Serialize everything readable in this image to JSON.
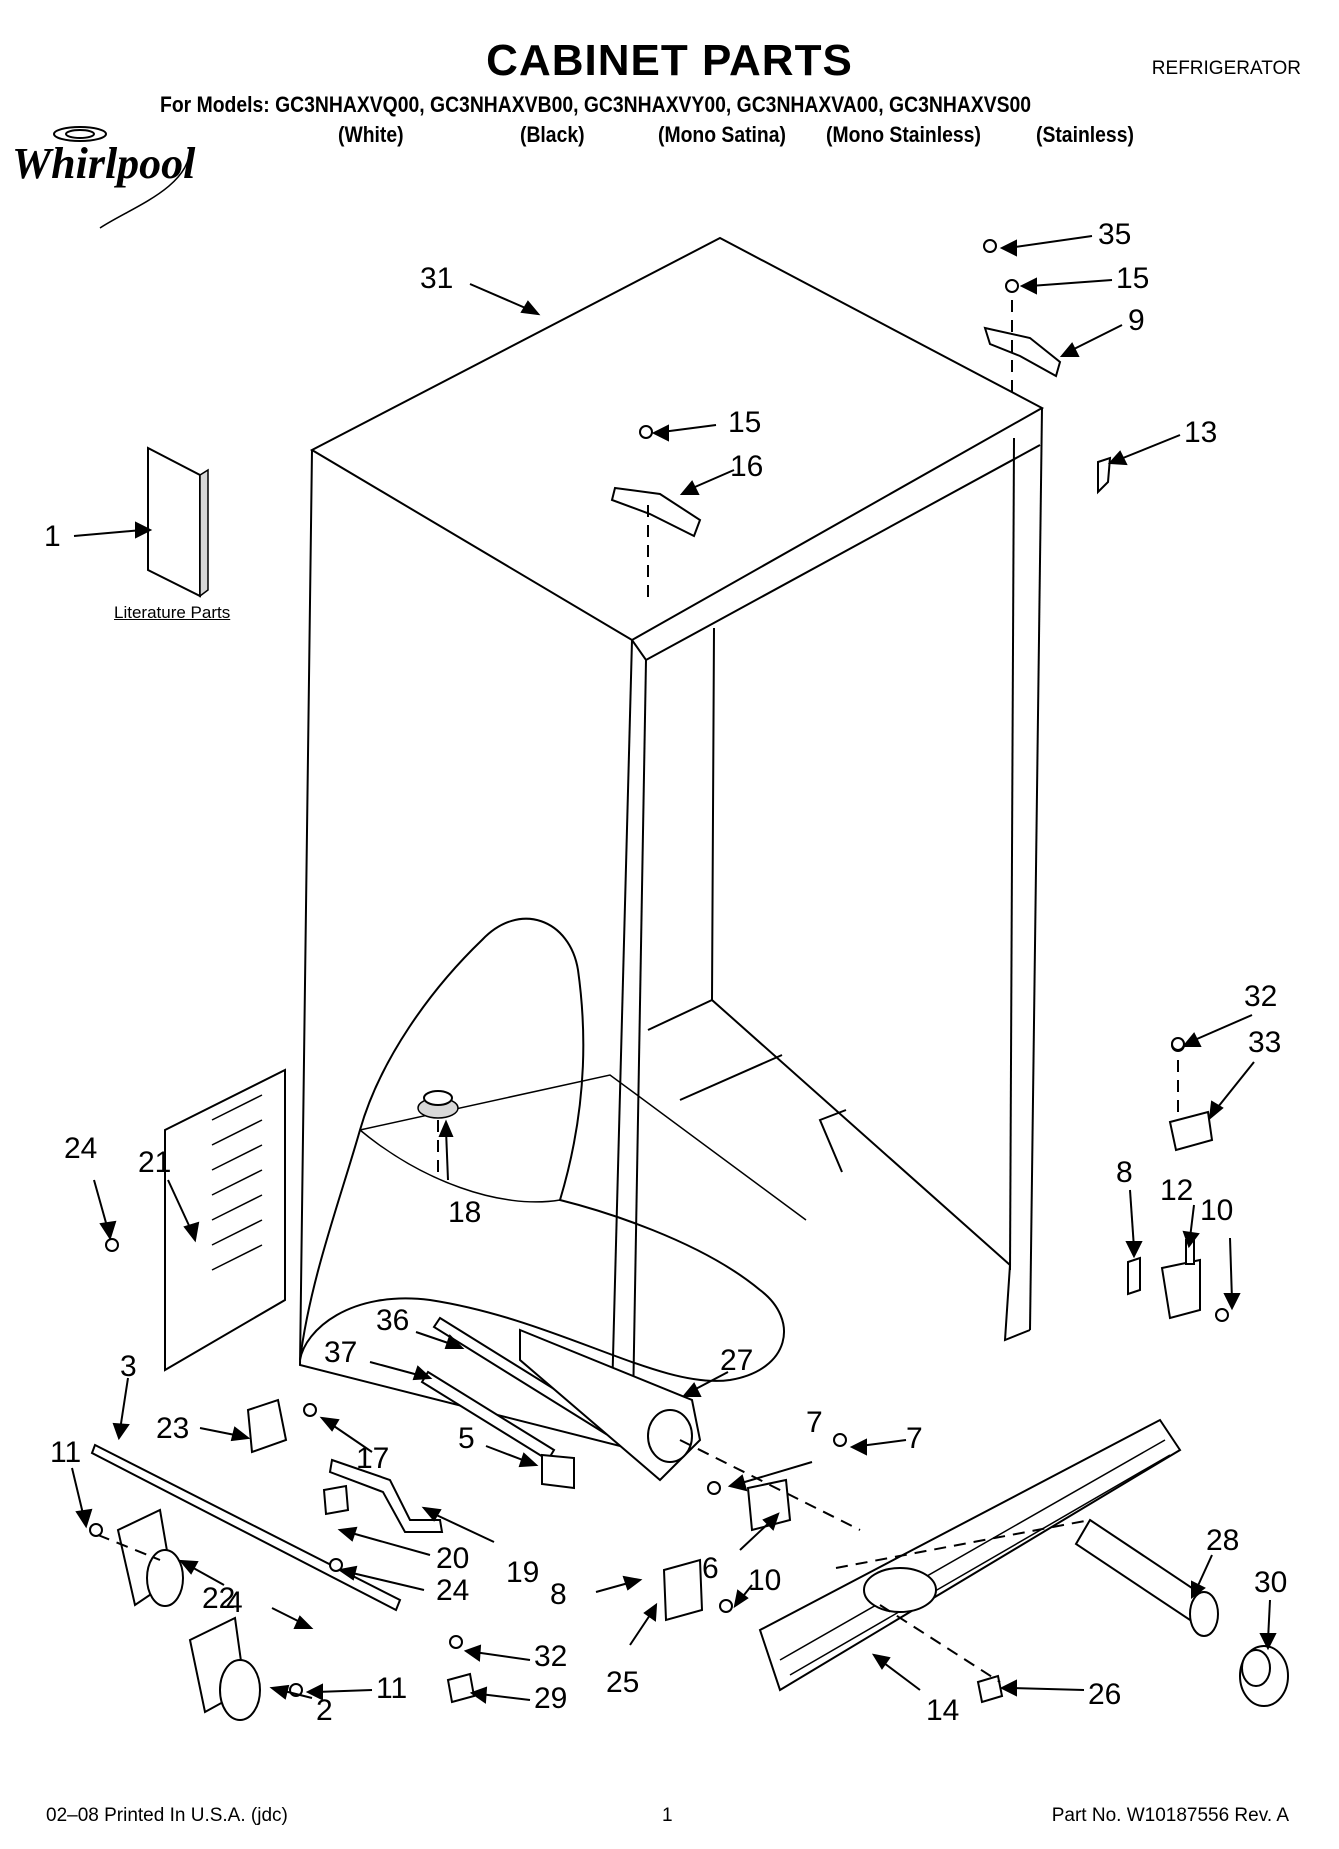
{
  "header": {
    "title": "CABINET PARTS",
    "appliance": "REFRIGERATOR",
    "models_line": "For Models: GC3NHAXVQ00, GC3NHAXVB00, GC3NHAXVY00, GC3NHAXVA00, GC3NHAXVS00",
    "variants": [
      "(White)",
      "(Black)",
      "(Mono Satina)",
      "(Mono Stainless)",
      "(Stainless)"
    ],
    "brand": "Whirlpool"
  },
  "literature_label": "Literature Parts",
  "callouts": [
    "35",
    "15",
    "9",
    "31",
    "15",
    "16",
    "13",
    "1",
    "32",
    "33",
    "24",
    "21",
    "18",
    "8",
    "12",
    "10",
    "36",
    "37",
    "27",
    "3",
    "23",
    "17",
    "5",
    "7",
    "7",
    "11",
    "20",
    "19",
    "4",
    "24",
    "22",
    "6",
    "10",
    "8",
    "28",
    "30",
    "32",
    "29",
    "25",
    "11",
    "2",
    "26",
    "14"
  ],
  "footer": {
    "left": "02–08 Printed In U.S.A. (jdc)",
    "page": "1",
    "part_no": "Part No. W10187556 Rev. A"
  }
}
